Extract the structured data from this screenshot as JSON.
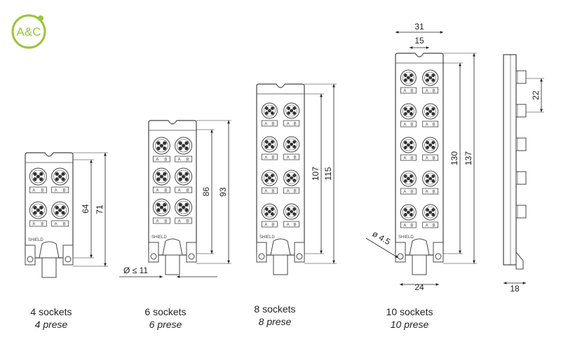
{
  "logo": {
    "text": "A&C",
    "color": "#9bc53d"
  },
  "captions": [
    {
      "main": "4 sockets",
      "italic": "4 prese"
    },
    {
      "main": "6 sockets",
      "italic": "6 prese"
    },
    {
      "main": "8 sockets",
      "italic": "8 prese"
    },
    {
      "main": "10 sockets",
      "italic": "10 prese"
    }
  ],
  "dimensions": {
    "d4_inner": "64",
    "d4_outer": "71",
    "d6_inner": "86",
    "d6_outer": "93",
    "d8_inner": "107",
    "d8_outer": "115",
    "d10_inner": "130",
    "d10_outer": "137",
    "d10_width_top": "31",
    "d10_pitch": "15",
    "d10_hole": "ø 4.5",
    "d10_width_bottom": "24",
    "side_pitch": "22",
    "side_depth": "18",
    "cable_diam": "Ø ≤ 11"
  },
  "labels": {
    "shield": "SHIELD",
    "port_a": "A",
    "port_b": "B"
  }
}
